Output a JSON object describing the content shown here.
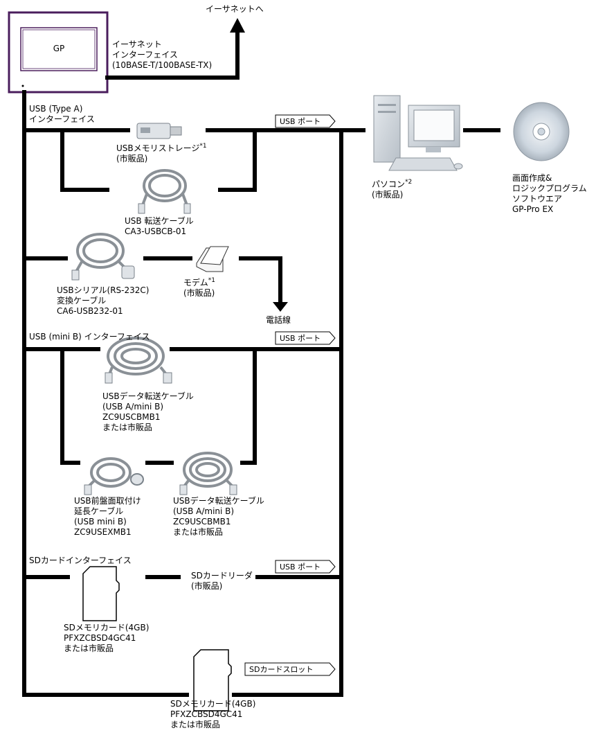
{
  "gp": {
    "label": "GP"
  },
  "ethernet": {
    "to_label": "イーサネットへ",
    "if_lines": [
      "イーサネット",
      "インターフェイス",
      "(10BASE-T/100BASE-TX)"
    ]
  },
  "usb_type_a": {
    "if_lines": [
      "USB (Type A)",
      "インターフェイス"
    ],
    "storage": {
      "line1": "USBメモリストレージ",
      "sup": "*1",
      "line2": "(市販品)"
    },
    "transfer_cable": {
      "lines": [
        "USB 転送ケーブル",
        "CA3-USBCB-01"
      ]
    },
    "serial_cable": {
      "lines": [
        "USBシリアル(RS-232C)",
        "変換ケーブル",
        "CA6-USB232-01"
      ]
    },
    "modem": {
      "line1": "モデム",
      "sup": "*1",
      "line2": "(市販品)"
    },
    "phone_line": "電話線"
  },
  "pc": {
    "line1": "パソコン",
    "sup": "*2",
    "line2": "(市販品)",
    "software_lines": [
      "画面作成&",
      "ロジックプログラム",
      "ソフトウエア",
      "GP-Pro EX"
    ]
  },
  "usb_port_tag": "USB ポート",
  "usb_mini_b": {
    "if_label": "USB (mini B) インターフェイス",
    "data_cable_1": {
      "lines": [
        "USBデータ転送ケーブル",
        "(USB A/mini B)",
        "ZC9USCBMB1",
        "または市販品"
      ]
    },
    "front_cable": {
      "lines": [
        "USB前盤面取付け",
        "延長ケーブル",
        "(USB mini B)",
        "ZC9USEXMB1"
      ]
    },
    "data_cable_2": {
      "lines": [
        "USBデータ転送ケーブル",
        "(USB A/mini B)",
        "ZC9USCBMB1",
        "または市販品"
      ]
    }
  },
  "sd": {
    "if_label": "SDカードインターフェイス",
    "reader": {
      "lines": [
        "SDカードリーダ",
        "(市販品)"
      ]
    },
    "card_1": {
      "lines": [
        "SDメモリカード(4GB)",
        "PFXZCBSD4GC41",
        "または市販品"
      ]
    },
    "slot_tag": "SDカードスロット",
    "card_2": {
      "lines": [
        "SDメモリカード(4GB)",
        "PFXZCBSD4GC41",
        "または市販品"
      ]
    }
  }
}
